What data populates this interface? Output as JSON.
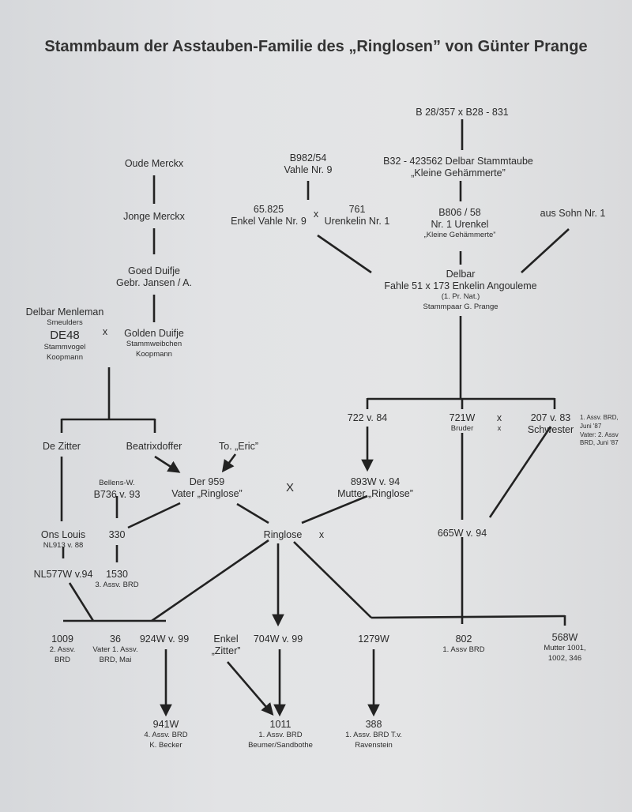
{
  "title": "Stammbaum der Asstauben-Familie des „Ringlosen” von Günter Prange",
  "nodes": {
    "b28": [
      "B 28/357 x B28 - 831"
    ],
    "b982": [
      "B982/54",
      "Vahle Nr. 9"
    ],
    "b32": [
      "B32 - 423562 Delbar Stammtaube",
      "„Kleine Gehämmerte”"
    ],
    "oude": [
      "Oude Merckx"
    ],
    "jonge": [
      "Jonge Merckx"
    ],
    "enkelvahle": [
      "65.825",
      "Enkel Vahle Nr. 9"
    ],
    "x1": [
      "x"
    ],
    "urenkelin": [
      "761",
      "Urenkelin Nr. 1"
    ],
    "b806": [
      "B806 / 58",
      "Nr. 1 Urenkel",
      "„Kleine Gehämmerte”"
    ],
    "aussohn": [
      "aus Sohn Nr. 1"
    ],
    "goed": [
      "Goed Duifje",
      "Gebr. Jansen / A."
    ],
    "delbar": [
      "Delbar",
      "Fahle 51 x 173 Enkelin Angouleme",
      "(1. Pr. Nat.)",
      "Stammpaar G. Prange"
    ],
    "menleman": [
      "Delbar Menleman",
      "Smeulders",
      "DE48",
      "Stammvogel",
      "Koopmann"
    ],
    "x2": [
      "x"
    ],
    "golden": [
      "Golden Duifje",
      "Stammweibchen",
      "Koopmann"
    ],
    "n722": [
      "722 v. 84"
    ],
    "n721": [
      "721W",
      "Bruder"
    ],
    "x3": [
      "x",
      "x"
    ],
    "n207": [
      "207 v. 83",
      "Schwester"
    ],
    "note207": [
      "1. Assv. BRD,",
      "Juni '87",
      "Vater: 2. Assv",
      "BRD, Juni '87"
    ],
    "dezitter": [
      "De Zitter"
    ],
    "beatrix": [
      "Beatrixdoffer"
    ],
    "eric": [
      "To. „Eric”"
    ],
    "bellens": [
      "Bellens-W.",
      "B736 v. 93"
    ],
    "der959": [
      "Der 959",
      "Vater „Ringlose”"
    ],
    "bigx": [
      "X"
    ],
    "n893": [
      "893W v. 94",
      "Mutter „Ringlose”"
    ],
    "onslouis": [
      "Ons Louis",
      "NL913 v. 88"
    ],
    "n330": [
      "330"
    ],
    "ringlose": [
      "Ringlose"
    ],
    "x4": [
      "x"
    ],
    "n665": [
      "665W v. 94"
    ],
    "nl577": [
      "NL577W v.94"
    ],
    "n1530": [
      "1530",
      "3. Assv. BRD"
    ],
    "n1009": [
      "1009",
      "2. Assv.",
      "BRD"
    ],
    "n36": [
      "36",
      "Vater 1. Assv.",
      "BRD, Mai"
    ],
    "n924": [
      "924W v. 99"
    ],
    "enkelzitter": [
      "Enkel",
      "„Zitter”"
    ],
    "n704": [
      "704W v. 99"
    ],
    "n1279": [
      "1279W"
    ],
    "n802": [
      "802",
      "1. Assv BRD"
    ],
    "n568": [
      "568W",
      "Mutter 1001,",
      "1002, 346"
    ],
    "n941": [
      "941W",
      "4. Assv. BRD",
      "K. Becker"
    ],
    "n1011": [
      "1011",
      "1. Assv. BRD",
      "Beumer/Sandbothe"
    ],
    "n388": [
      "388",
      "1. Assv. BRD T.v.",
      "Ravenstein"
    ]
  }
}
